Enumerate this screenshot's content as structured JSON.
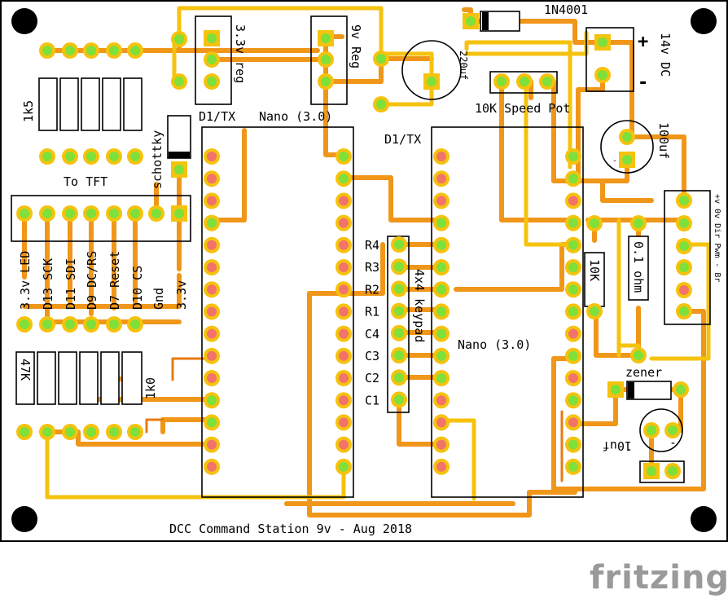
{
  "board": {
    "colors": {
      "background": "#ffffff",
      "trace_bottom": "#f09619",
      "trace_top": "#f5c20d",
      "pad": "#f5c20d",
      "pad_connected": "#7ee03a",
      "pad_unrouted": "#f2736a"
    }
  },
  "labels": {
    "footer": "DCC Command Station  9v - Aug 2018",
    "diode": "1N4001",
    "reg33": "3.3v reg",
    "reg9": "9v Reg",
    "cap220": "220uf",
    "power_in": "14v DC",
    "plus": "+",
    "minus": "-",
    "speed_pot": "10K Speed Pot",
    "cap100": "100uf",
    "r1k5": "1k5",
    "schottky": "schottky",
    "to_tft": "To TFT",
    "d1tx_left": "D1/TX",
    "nano_left": "Nano (3.0)",
    "d1tx_right": "D1/TX",
    "nano_right": "Nano (3.0)",
    "tft_pins": [
      "3.3v LED",
      "D13 SCK",
      "D11 SDI",
      "D9 DC/RS",
      "D7 Reset",
      "D10 CS",
      "Gnd",
      "3.3v"
    ],
    "keypad_rows": [
      "R4",
      "R3",
      "R2",
      "R1",
      "C4",
      "C3",
      "C2",
      "C1"
    ],
    "keypad": "4x4 keypad",
    "r10k": "10K",
    "r01": "0.1 ohm",
    "motor_pins": "+v 0v Dir Pwm - Br",
    "zener": "zener",
    "cap10": "10uf",
    "r47k": "47K",
    "r1k0": "1k0",
    "brand": "fritzing"
  }
}
